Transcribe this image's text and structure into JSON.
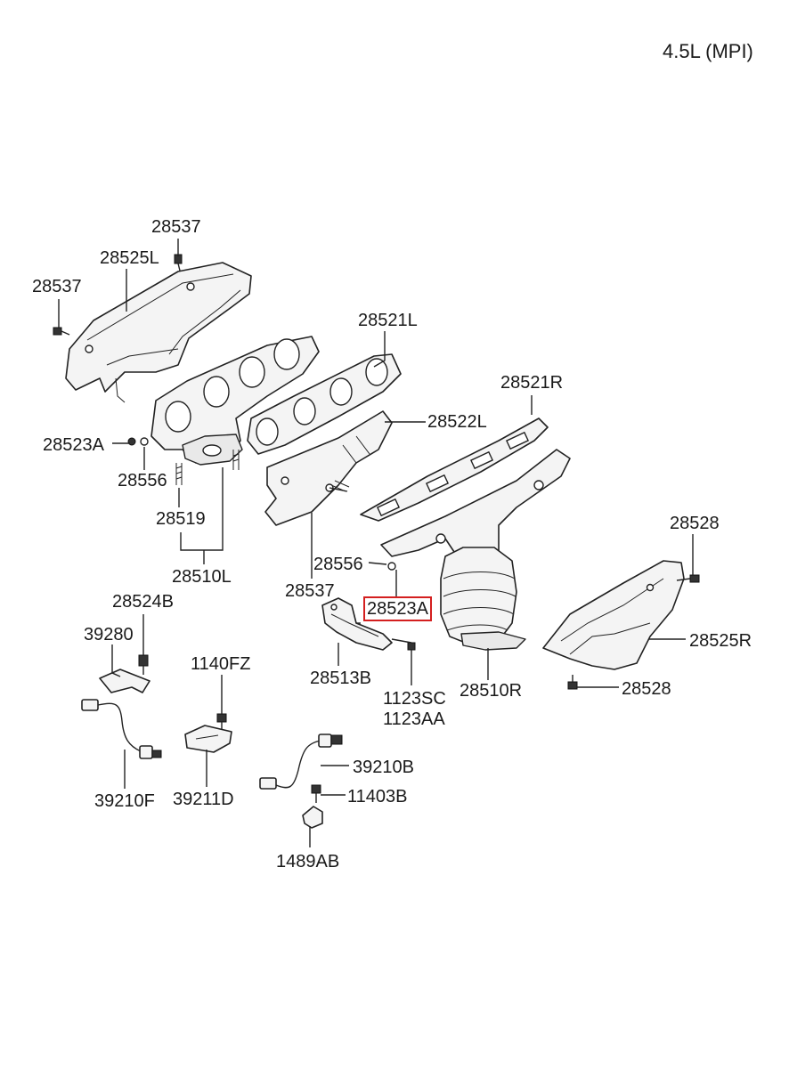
{
  "title": "4.5L (MPI)",
  "highlight_color": "#d41f1f",
  "labels": {
    "p28537_top": "28537",
    "p28525L": "28525L",
    "p28537_left": "28537",
    "p28521L": "28521L",
    "p28521R": "28521R",
    "p28522L": "28522L",
    "p28523A_left": "28523A",
    "p28556_left": "28556",
    "p28519": "28519",
    "p28510L": "28510L",
    "p28556_mid": "28556",
    "p28537_mid": "28537",
    "p28523A_sel": "28523A",
    "p28528_top": "28528",
    "p28525R": "28525R",
    "p28528_bot": "28528",
    "p28510R": "28510R",
    "p28513B": "28513B",
    "p1123SC": "1123SC",
    "p1123AA": "1123AA",
    "p28524B": "28524B",
    "p39280": "39280",
    "p1140FZ": "1140FZ",
    "p39210F": "39210F",
    "p39211D": "39211D",
    "p39210B": "39210B",
    "p11403B": "11403B",
    "p1489AB": "1489AB"
  }
}
